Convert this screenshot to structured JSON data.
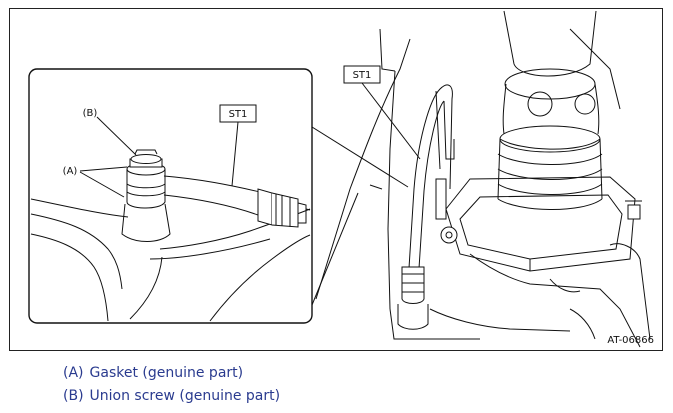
{
  "figure": {
    "code": "AT-06866",
    "callouts": {
      "st1_detail": "ST1",
      "st1_main": "ST1",
      "label_b": "(B)",
      "label_a": "(A)"
    }
  },
  "legend": [
    {
      "key": "(A)",
      "text": "Gasket (genuine part)"
    },
    {
      "key": "(B)",
      "text": "Union screw (genuine part)"
    }
  ],
  "colors": {
    "legend_text": "#2a3b8f",
    "line": "#111111"
  }
}
